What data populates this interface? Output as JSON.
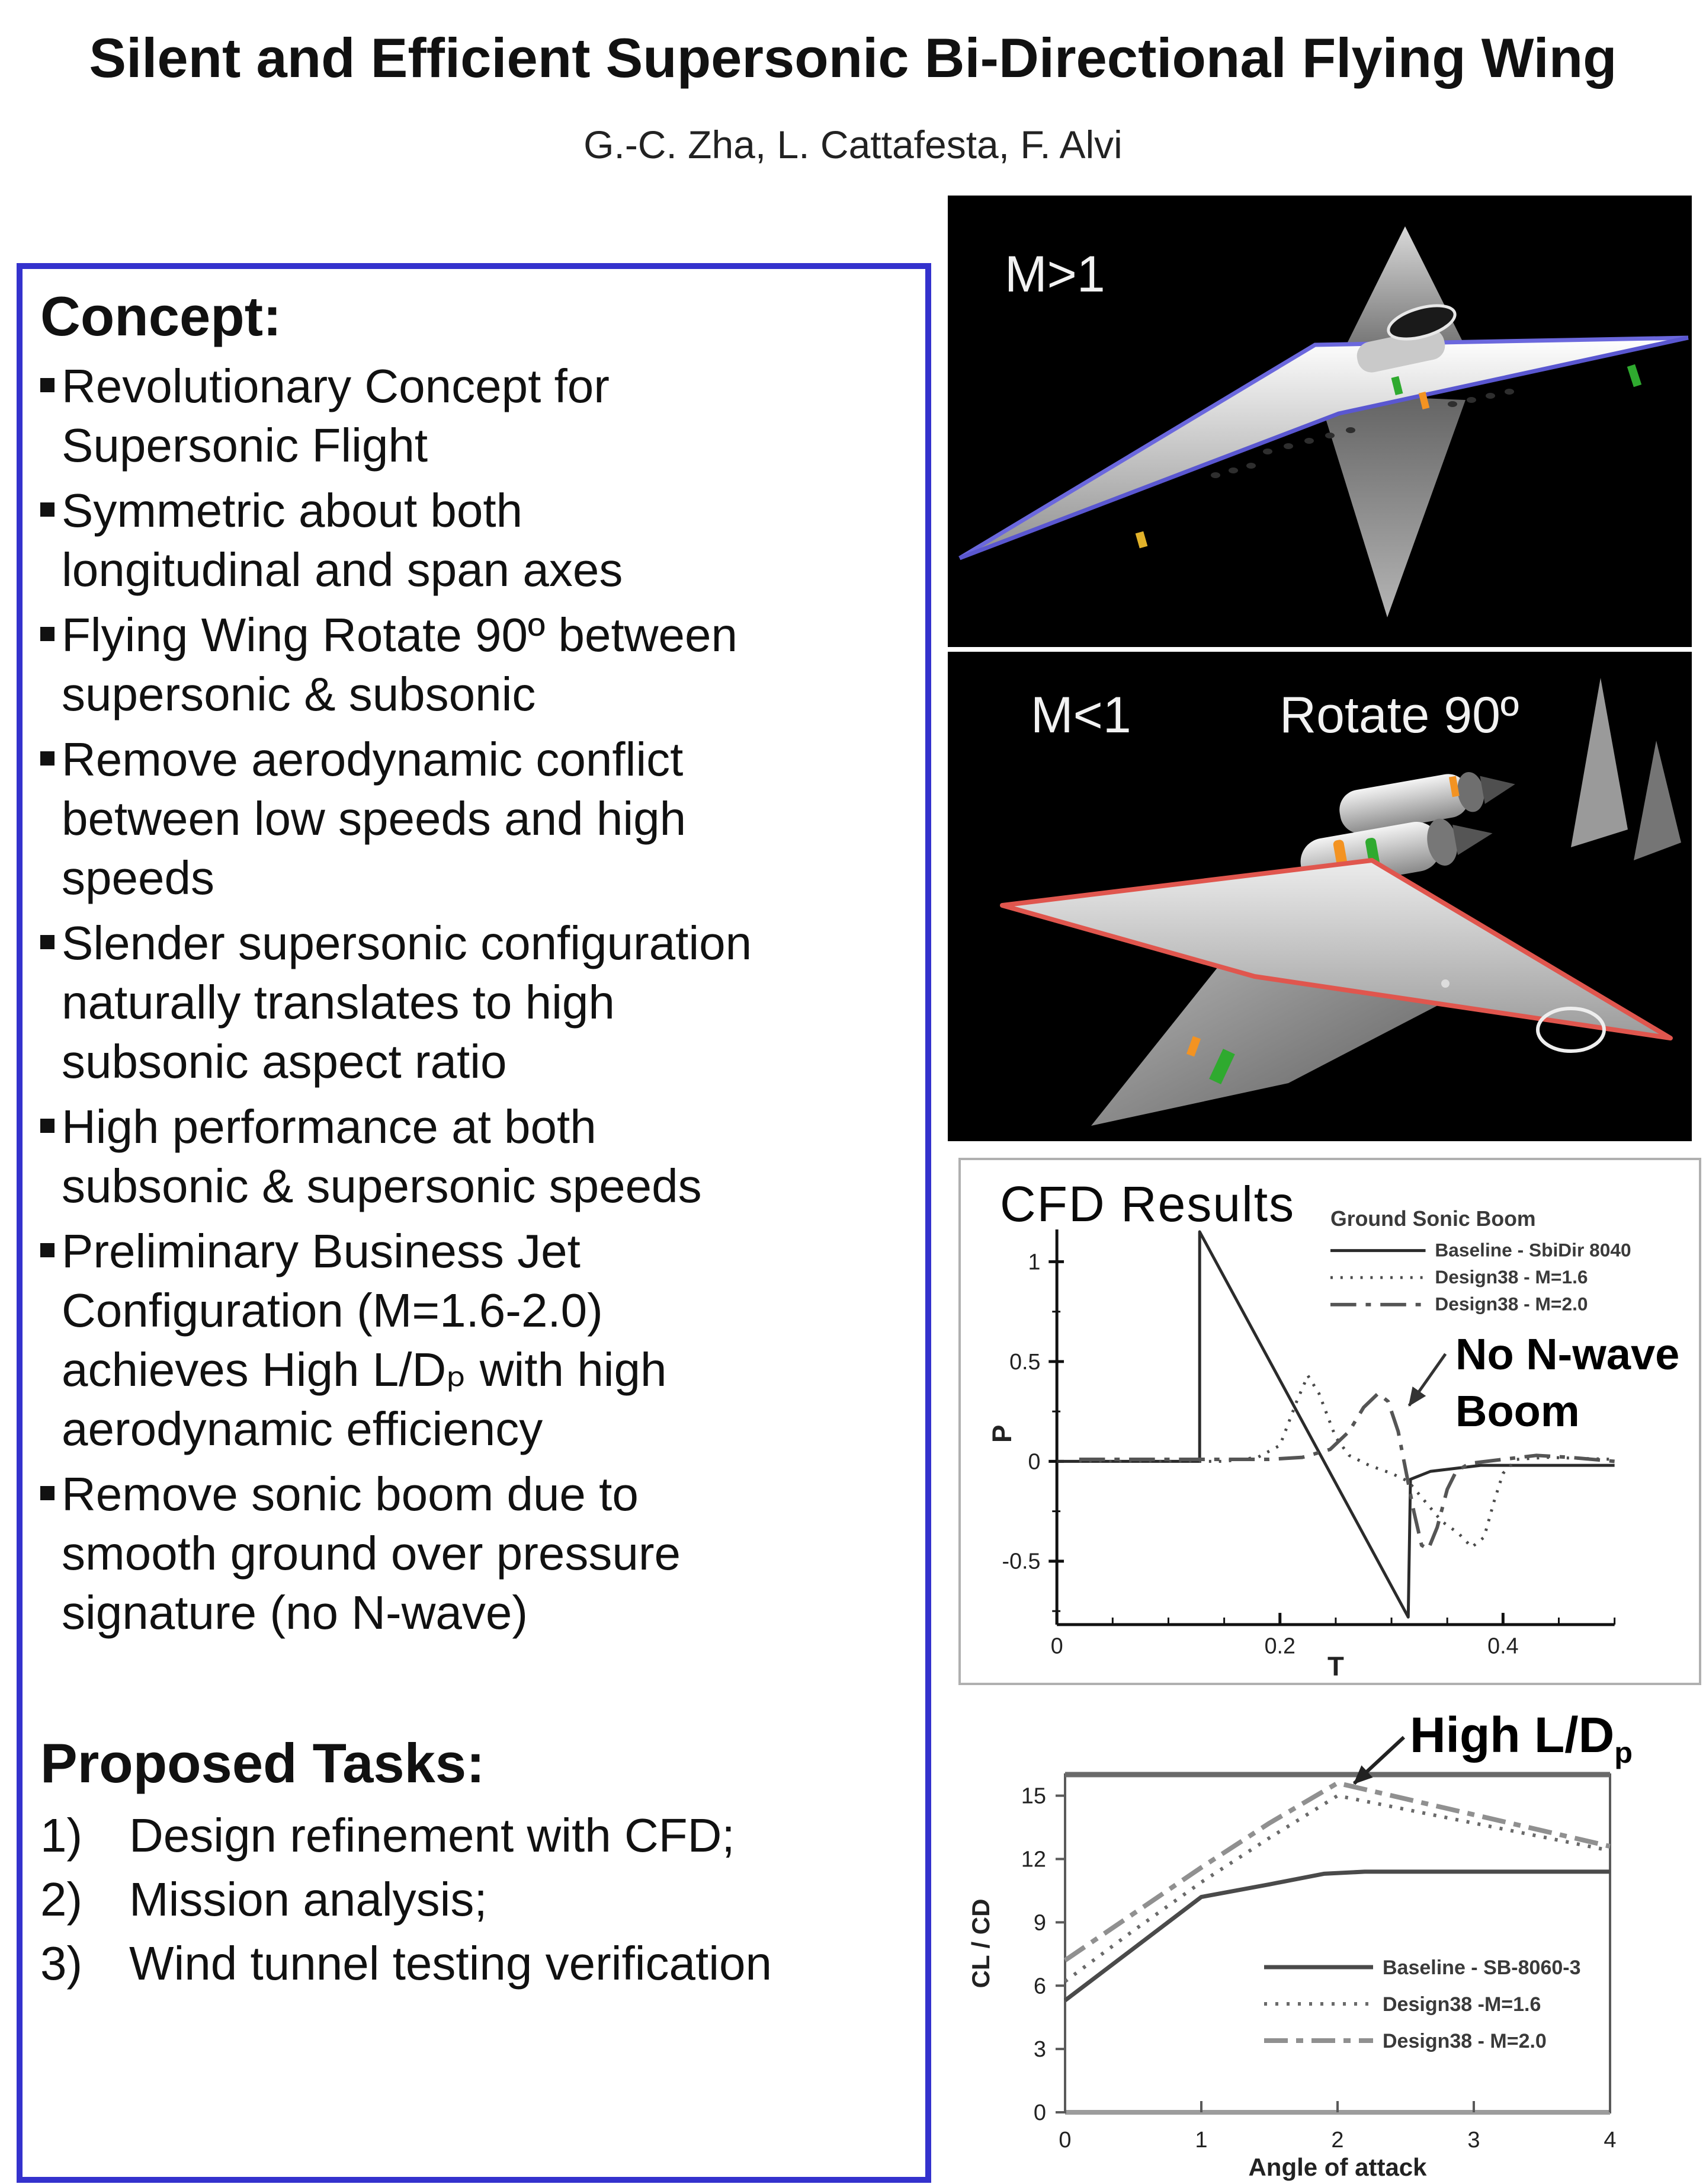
{
  "page": {
    "title": "Silent and Efficient Supersonic Bi-Directional Flying Wing",
    "authors": "G.-C. Zha, L. Cattafesta, F. Alvi"
  },
  "concept": {
    "heading": "Concept:",
    "bullets": [
      "Revolutionary  Concept  for\nSupersonic Flight",
      "Symmetric about both\nlongitudinal and span axes",
      "Flying Wing Rotate 90º between\nsupersonic & subsonic",
      "Remove aerodynamic conflict\nbetween low speeds and high\nspeeds",
      "Slender supersonic configuration\nnaturally translates to high\nsubsonic aspect ratio",
      "High performance at both\nsubsonic & supersonic speeds",
      "Preliminary Business Jet\nConfiguration (M=1.6-2.0)\nachieves High L/Dₚ with  high\naerodynamic efficiency",
      "Remove sonic boom due to\nsmooth ground over pressure\nsignature (no N-wave)"
    ]
  },
  "tasks": {
    "heading": "Proposed Tasks:",
    "items": [
      {
        "num": "1)",
        "text": "Design refinement with CFD;"
      },
      {
        "num": "2)",
        "text": "Mission analysis;"
      },
      {
        "num": "3)",
        "text": "Wind tunnel testing verification"
      }
    ]
  },
  "figures": {
    "supersonic": {
      "label": "M>1"
    },
    "subsonic": {
      "label_mach": "M<1",
      "label_rotate": "Rotate 90º"
    }
  },
  "cfd_panel": {
    "heading": "CFD Results",
    "annotation": "No N-wave\nBoom"
  },
  "ld_panel": {
    "annotation_main": "High L/D",
    "annotation_sub": "p"
  },
  "colors": {
    "box_border": "#3432cd",
    "figure_bg": "#000000",
    "panel_border": "#b0b0b0",
    "supersonic_edge": "#6b68dd",
    "subsonic_edge": "#e0564e",
    "accent_orange": "#f39322",
    "accent_green": "#2faa2f"
  },
  "chart_data": [
    {
      "name": "ground_sonic_boom",
      "type": "line",
      "legend_title": "Ground Sonic Boom",
      "xlabel": "T",
      "ylabel": "P",
      "xlim": [
        0,
        0.5
      ],
      "ylim": [
        -0.82,
        1.26
      ],
      "xticks": [
        0,
        0.2,
        0.4
      ],
      "yticks": [
        -0.5,
        0,
        0.5,
        1
      ],
      "grid": false,
      "legend_position": "top-right",
      "series": [
        {
          "name": "Baseline - SbiDir 8040",
          "style": "solid",
          "points": [
            [
              0,
              0
            ],
            [
              0.128,
              0
            ],
            [
              0.128,
              1.15
            ],
            [
              0.315,
              -0.78
            ],
            [
              0.317,
              -0.09
            ],
            [
              0.335,
              -0.05
            ],
            [
              0.38,
              -0.02
            ],
            [
              0.5,
              -0.02
            ]
          ]
        },
        {
          "name": "Design38 - M=1.6",
          "style": "dotted",
          "points": [
            [
              0.02,
              0
            ],
            [
              0.15,
              0
            ],
            [
              0.18,
              0.02
            ],
            [
              0.2,
              0.08
            ],
            [
              0.215,
              0.3
            ],
            [
              0.225,
              0.43
            ],
            [
              0.235,
              0.34
            ],
            [
              0.25,
              0.12
            ],
            [
              0.262,
              0.03
            ],
            [
              0.28,
              -0.02
            ],
            [
              0.3,
              -0.06
            ],
            [
              0.315,
              -0.1
            ],
            [
              0.33,
              -0.2
            ],
            [
              0.345,
              -0.3
            ],
            [
              0.36,
              -0.36
            ],
            [
              0.372,
              -0.43
            ],
            [
              0.383,
              -0.38
            ],
            [
              0.392,
              -0.2
            ],
            [
              0.4,
              -0.06
            ],
            [
              0.412,
              0.01
            ],
            [
              0.44,
              0.02
            ],
            [
              0.5,
              0.01
            ]
          ]
        },
        {
          "name": "Design38 - M=2.0",
          "style": "dash-dot",
          "points": [
            [
              0.02,
              0.01
            ],
            [
              0.19,
              0.01
            ],
            [
              0.22,
              0.02
            ],
            [
              0.245,
              0.06
            ],
            [
              0.262,
              0.15
            ],
            [
              0.275,
              0.27
            ],
            [
              0.288,
              0.34
            ],
            [
              0.297,
              0.3
            ],
            [
              0.306,
              0.15
            ],
            [
              0.313,
              -0.05
            ],
            [
              0.32,
              -0.25
            ],
            [
              0.327,
              -0.42
            ],
            [
              0.333,
              -0.44
            ],
            [
              0.341,
              -0.33
            ],
            [
              0.35,
              -0.14
            ],
            [
              0.358,
              -0.05
            ],
            [
              0.37,
              -0.01
            ],
            [
              0.4,
              0.01
            ],
            [
              0.43,
              0.03
            ],
            [
              0.46,
              0.02
            ],
            [
              0.5,
              0
            ]
          ]
        }
      ],
      "annotation": "No N-wave Boom"
    },
    {
      "name": "lift_to_drag",
      "type": "line",
      "xlabel": "Angle of attack",
      "ylabel": "CL / CD",
      "xlim": [
        0,
        4
      ],
      "ylim": [
        0,
        16
      ],
      "xticks": [
        0,
        1,
        2,
        3,
        4
      ],
      "yticks": [
        0,
        3,
        6,
        9,
        12,
        15
      ],
      "grid": false,
      "legend_position": "center-right",
      "series": [
        {
          "name": "Baseline - SB-8060-3",
          "style": "solid",
          "points": [
            [
              0,
              5.3
            ],
            [
              1,
              10.2
            ],
            [
              1.5,
              10.8
            ],
            [
              1.9,
              11.3
            ],
            [
              2.2,
              11.4
            ],
            [
              4,
              11.4
            ]
          ]
        },
        {
          "name": "Design38 -M=1.6",
          "style": "dotted",
          "points": [
            [
              0,
              6.2
            ],
            [
              0.5,
              8.6
            ],
            [
              1,
              10.9
            ],
            [
              1.5,
              13.0
            ],
            [
              2,
              15.0
            ],
            [
              3,
              13.7
            ],
            [
              4,
              12.4
            ]
          ]
        },
        {
          "name": "Design38 - M=2.0",
          "style": "dash-dot",
          "points": [
            [
              0,
              7.2
            ],
            [
              0.5,
              9.4
            ],
            [
              1,
              11.6
            ],
            [
              1.5,
              13.7
            ],
            [
              2,
              15.6
            ],
            [
              3,
              14.1
            ],
            [
              4,
              12.6
            ]
          ]
        }
      ],
      "annotation": "High L/Dp"
    }
  ]
}
